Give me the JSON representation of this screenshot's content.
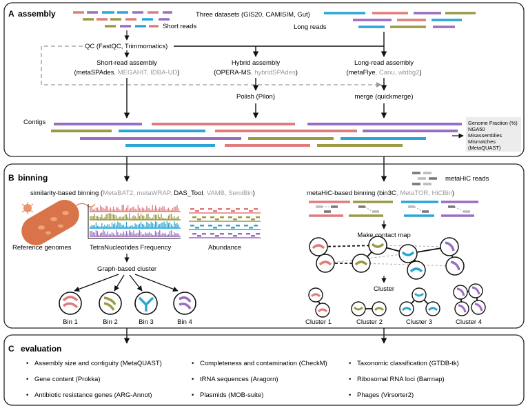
{
  "colors": {
    "red": "#e07b7b",
    "blue": "#2aa5d6",
    "purple": "#9a6dbf",
    "olive": "#9c9844",
    "gray": "#8d8d8d",
    "light_gray": "#bdbdbd",
    "dark_gray": "#555555",
    "bacterium": "#d9744a"
  },
  "panel_a": {
    "letter": "A",
    "title": "assembly",
    "datasets": "Three datasets (GIS20, CAMISIM, Gut)",
    "short_reads": "Short reads",
    "long_reads": "Long reads",
    "qc": "QC (FastQC, Trimmomatics)",
    "short_assembly": {
      "title": "Short-read assembly",
      "paren_open": "(",
      "main": "metaSPAdes",
      "sep": ", ",
      "alt": "MEGAHIT, IDBA-UD",
      "paren_close": ")"
    },
    "hybrid_assembly": {
      "title": "Hybrid assembly",
      "paren_open": "(",
      "main": "OPERA-MS",
      "sep": ", ",
      "alt": "hybridSPAdes",
      "paren_close": ")"
    },
    "long_assembly": {
      "title": "Long-read assembly",
      "paren_open": "(",
      "main": "metaFlye",
      "sep": ", ",
      "alt": "Canu, wtdbg2",
      "paren_close": ")"
    },
    "polish": "Polish (Pilon)",
    "merge": "merge (quickmerge)",
    "contigs": "Contigs",
    "metrics": [
      "Genome Fraction (%)",
      "NGA50",
      "Misassemblies",
      "Mismatches",
      "(MetaQUAST)"
    ]
  },
  "panel_b": {
    "letter": "B",
    "title": "binning",
    "similarity": {
      "prefix": "similarity-based binning (",
      "tool1": "MetaBAT2, metaWRAP, ",
      "tool2": "DAS_Tool",
      "tool3": ", VAMB, SemiBin",
      "suffix": ")"
    },
    "reference_genomes": "Reference genomes",
    "tnf": "TetraNucleotides Frequency",
    "abundance": "Abundance",
    "graph_cluster": "Graph-based cluster",
    "bins": [
      "Bin 1",
      "Bin 2",
      "Bin 3",
      "Bin 4"
    ],
    "metahic_reads": "metaHiC reads",
    "metahic": {
      "prefix": "metaHiC-based binning (",
      "main": "bin3C",
      "sep": ", ",
      "alt": "MetaTOR, HiCBin",
      "suffix": ")"
    },
    "contact_map": "Make contact map",
    "cluster": "Cluster",
    "clusters": [
      "Cluster 1",
      "Cluster 2",
      "Cluster 3",
      "Cluster 4"
    ]
  },
  "panel_c": {
    "letter": "C",
    "title": "evaluation",
    "bullet": "•",
    "col1": [
      "Assembly size and contiguity (MetaQUAST)",
      "Gene content (Prokka)",
      "Antibiotic resistance genes (ARG-Annot)"
    ],
    "col2": [
      "Completeness and contamination (CheckM)",
      "tRNA sequences (Aragorn)",
      "Plasmids (MOB-suite)"
    ],
    "col3": [
      "Taxonomic classification (GTDB-tk)",
      "Ribosomal RNA loci (Barrnap)",
      "Phages (Virsorter2)"
    ]
  }
}
